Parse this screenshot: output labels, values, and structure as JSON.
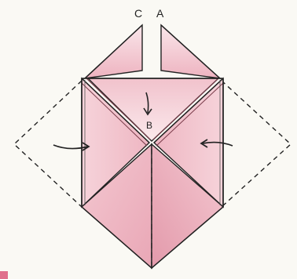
{
  "diagram": {
    "labels": {
      "c": "C",
      "a": "A",
      "b": "B"
    },
    "colors": {
      "paper_light": "#f7dfe3",
      "paper_mid": "#efbcc6",
      "paper_dark": "#e49aab",
      "paper_edge": "#d08a98",
      "line": "#222222",
      "marker": "#e0708c"
    },
    "icons": [
      "fold-arrow-left-icon",
      "fold-arrow-right-icon",
      "fold-arrow-down-icon",
      "step-marker-icon"
    ]
  }
}
